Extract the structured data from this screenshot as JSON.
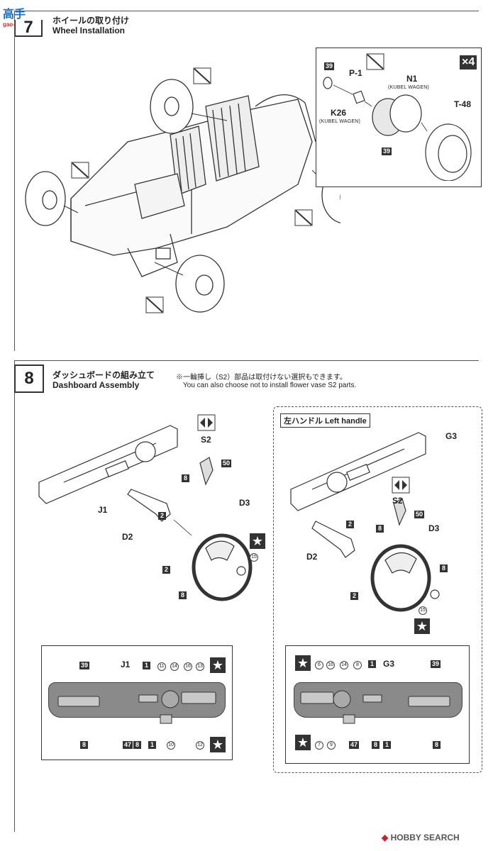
{
  "watermark": {
    "top": "高手",
    "site": "gao-shou.com"
  },
  "step7": {
    "number": "7",
    "title_jp": "ホイールの取り付け",
    "title_en": "Wheel Installation",
    "multiplier": "×4",
    "parts": {
      "p1": "P-1",
      "n1": "N1",
      "n1_sub": "(KUBEL WAGEN)",
      "k26": "K26",
      "k26_sub": "(KUBEL WAGEN)",
      "t48": "T-48",
      "c39a": "39",
      "c39b": "39"
    }
  },
  "step8": {
    "number": "8",
    "title_jp": "ダッシュボードの組み立て",
    "title_en": "Dashboard Assembly",
    "note_jp": "※一輪挿し（S2）部品は取付けない選択もできます。",
    "note_en": "You can also choose not to install flower vase S2 parts.",
    "left_handle_label": "左ハンドル Left handle",
    "left": {
      "s2": "S2",
      "c8": "8",
      "c50": "50",
      "j1": "J1",
      "c2a": "2",
      "d2": "D2",
      "d3": "D3",
      "c2b": "2",
      "c8b": "8",
      "c15": "15"
    },
    "right": {
      "g3": "G3",
      "s2": "S2",
      "c50": "50",
      "c8": "8",
      "c2a": "2",
      "d2": "D2",
      "d3": "D3",
      "c8b": "8",
      "c2b": "2",
      "c15": "15"
    },
    "detail_left": {
      "c39": "39",
      "j1": "J1",
      "c1": "1",
      "n11": "11",
      "n14": "14",
      "n16": "16",
      "n13": "13",
      "c8": "8",
      "c47": "47",
      "c8b": "8",
      "c1b": "1",
      "n10": "10",
      "n12": "12"
    },
    "detail_right": {
      "n6": "6",
      "n16": "16",
      "n14": "14",
      "n8": "8",
      "c1": "1",
      "g3": "G3",
      "c39": "39",
      "n7": "7",
      "n9": "9",
      "c47": "47",
      "c8": "8",
      "c1b": "1",
      "c8b": "8"
    }
  },
  "footer": "HOBBY SEARCH"
}
